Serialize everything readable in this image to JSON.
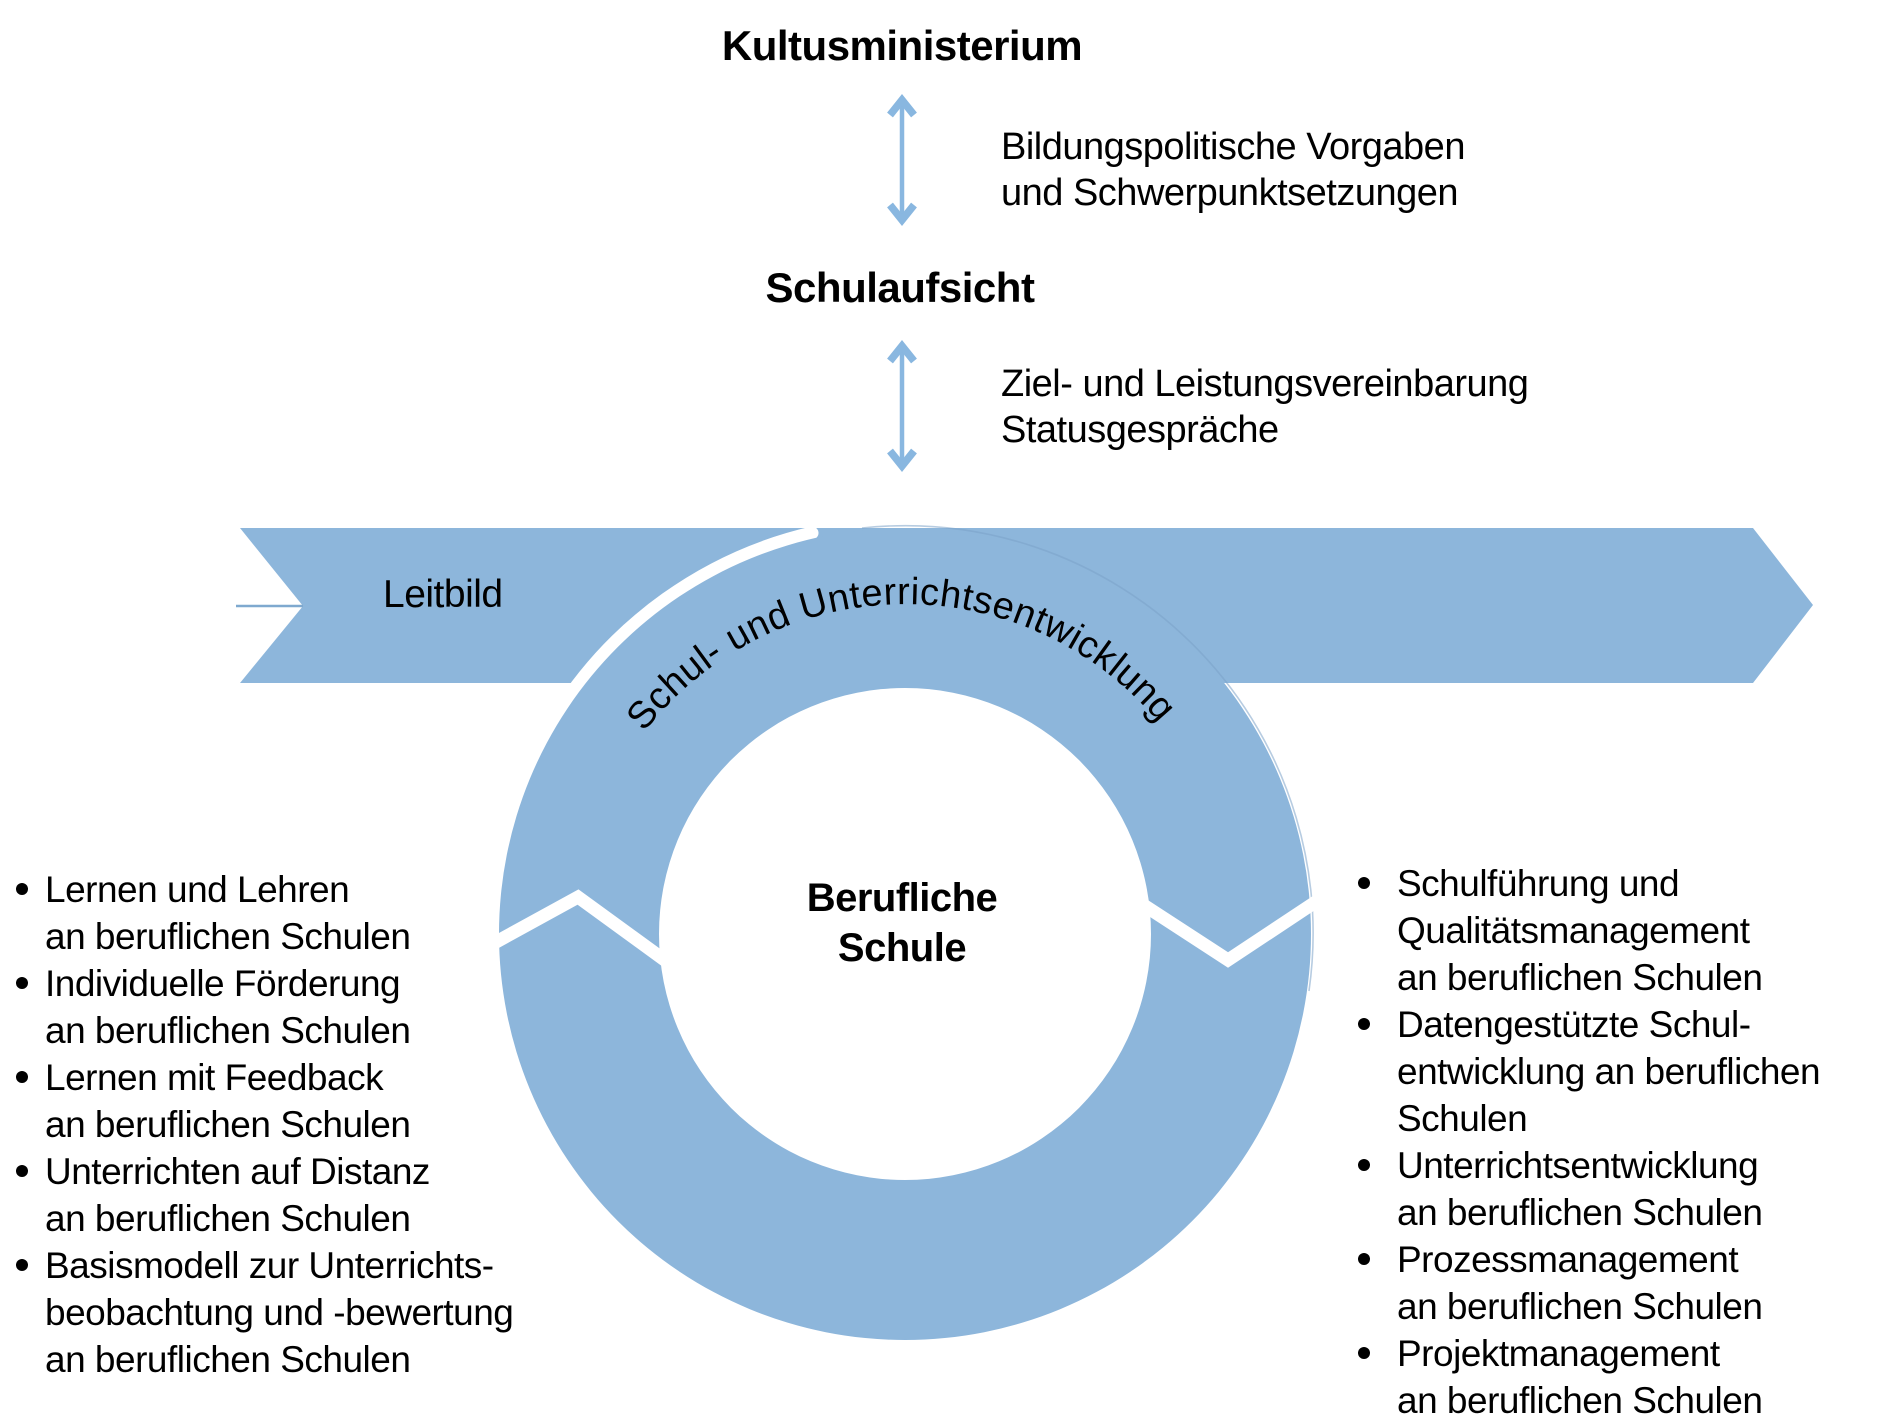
{
  "palette": {
    "blue": "#8DB6DB",
    "arrow_blue": "#89B7E0"
  },
  "hierarchy": {
    "ministry_label": "Kultusministerium",
    "ministry_arrow_label": "Bildungspolitische Vorgaben\nund Schwerpunktsetzungen",
    "supervision_label": "Schulaufsicht",
    "supervision_arrow_label": "Ziel- und Leistungsvereinbarung\nStatusgespräche"
  },
  "band": {
    "label": "Leitbild"
  },
  "cycle": {
    "ring_label": "Schul- und Unterrichtsentwicklung",
    "center_label": "Berufliche\nSchule"
  },
  "left_list": {
    "items": [
      "Lernen und Lehren\nan beruflichen Schulen",
      "Individuelle Förderung\nan beruflichen Schulen",
      "Lernen mit Feedback\nan beruflichen Schulen",
      "Unterrichten auf Distanz\nan beruflichen Schulen",
      "Basismodell zur Unterrichts-\nbeobachtung und -bewertung\nan beruflichen Schulen"
    ]
  },
  "right_list": {
    "items": [
      "Schulführung und\nQualitätsmanagement\nan beruflichen Schulen",
      "Datengestützte Schul-\nentwicklung an beruflichen\nSchulen",
      "Unterrichtsentwicklung\nan beruflichen Schulen",
      "Prozessmanagement\nan beruflichen Schulen",
      "Projektmanagement\nan beruflichen Schulen"
    ]
  }
}
